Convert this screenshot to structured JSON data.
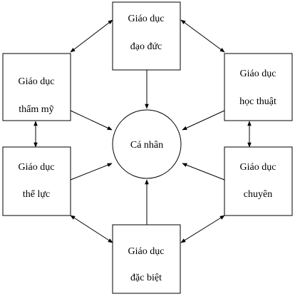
{
  "diagram": {
    "center": {
      "label": "Cá nhân"
    },
    "boxes": {
      "dao_duc": {
        "line1": "Giáo dục",
        "line2": "đạo đức"
      },
      "tham_my": {
        "line1": "Giáo dục",
        "line2": "thẩm mỹ"
      },
      "hoc_thuat": {
        "line1": "Giáo dục",
        "line2": "học thuật"
      },
      "the_luc": {
        "line1": "Giáo dục",
        "line2": "thể lực"
      },
      "chuyen": {
        "line1": "Giáo dục",
        "line2": "chuyên"
      },
      "dac_biet": {
        "line1": "Giáo dục",
        "line2": "đặc biệt"
      }
    }
  }
}
